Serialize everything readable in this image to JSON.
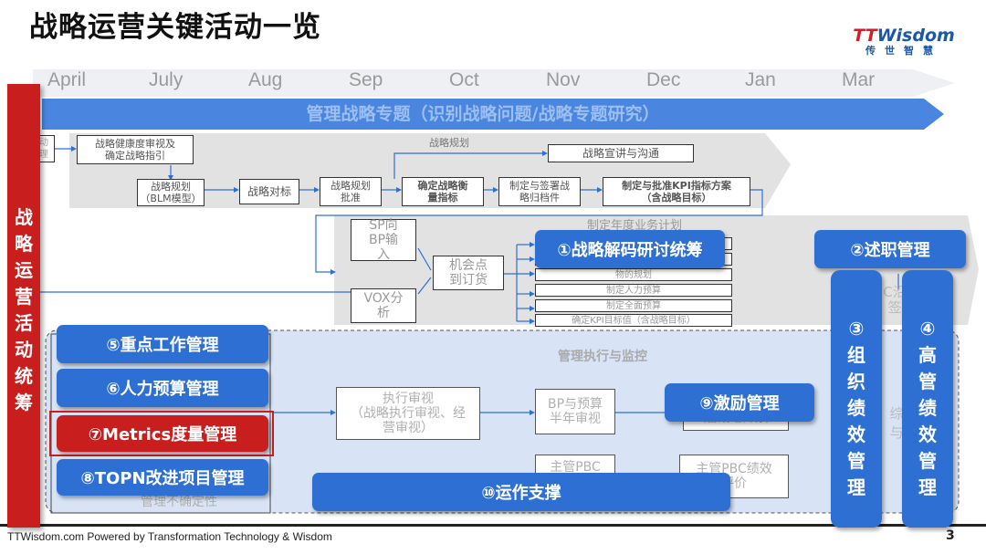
{
  "title": "战略运营关键活动一览",
  "logo": {
    "main_prefix": "TT",
    "main_suffix": "Wisdom",
    "sub": "传世智慧"
  },
  "months": [
    "April",
    "July",
    "Aug",
    "Sep",
    "Oct",
    "Nov",
    "Dec",
    "Jan",
    "Mar"
  ],
  "left_bar": [
    "战",
    "略",
    "运",
    "营",
    "活",
    "动",
    "统",
    "筹"
  ],
  "top_banner": "管理战略专题（识别战略问题/战略专题研究）",
  "row1": {
    "left_cut": "动\n理",
    "health_check": "战略健康度审视及\n确定战略指引",
    "label_planning": "战略规划",
    "comm": "战略宣讲与沟通",
    "blm": "战略规划\n（BLM模型）",
    "benchmark": "战略对标",
    "approve": "战略规划\n批准",
    "metrics": "确定战略衡\n量指标",
    "file": "制定与签署战\n略归档件",
    "kpi": "制定与批准KPI指标方案\n（含战略目标）"
  },
  "row2": {
    "sp_bp": "SP向\nBP输\n入",
    "annual_plan": "制定年度业务计划",
    "vox": "VOX分\n析",
    "opportunity": "机会点\n到订货",
    "list": [
      "",
      "",
      "物的规划",
      "制定人力预算",
      "制定全面预算",
      "确定KPI目标值（含战略目标）"
    ],
    "right_cut": "C沿\n签"
  },
  "row3": {
    "exec_monitor": "管理执行与监控",
    "exec_review": "执行审视\n（战略执行审视、经\n营审视）",
    "bp_budget": "BP与预算\n半年审视",
    "incentive_under": "（含战略目标）",
    "pbc_left": "主管PBC",
    "pbc_right": "主管PBC绩效\n评价",
    "uncertainty": "管理不确定性",
    "right_cut": "综与"
  },
  "pills": {
    "p1": "①战略解码研讨统筹",
    "p2": "②述职管理",
    "p3": [
      "③",
      "组",
      "织",
      "绩",
      "效",
      "管",
      "理"
    ],
    "p4": [
      "④",
      "高",
      "管",
      "绩",
      "效",
      "管",
      "理"
    ],
    "p5": "⑤重点工作管理",
    "p6": "⑥人力预算管理",
    "p7": "⑦Metrics度量管理",
    "p8": "⑧TOPN改进项目管理",
    "p9": "⑨激励管理",
    "p10": "⑩运作支撑"
  },
  "footer": "TTWisdom.com Powered by Transformation Technology & Wisdom",
  "page_number": "3",
  "colors": {
    "blue": "#2e6fd4",
    "red": "#c81e1e",
    "banner": "#4a86e0",
    "light_blue": "#d8e4f6"
  }
}
